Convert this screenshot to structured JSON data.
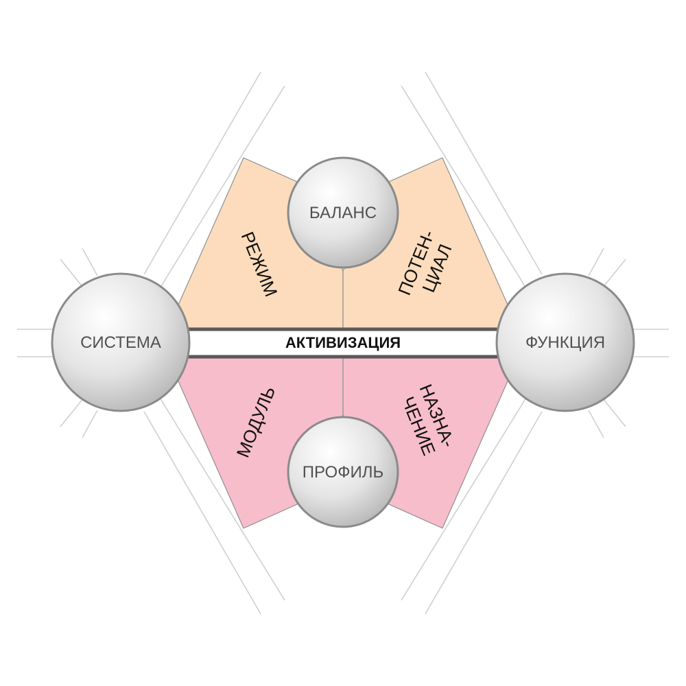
{
  "nodes": {
    "system": "СИСТЕМА",
    "function": "ФУНКЦИЯ",
    "balance": "БАЛАНС",
    "profile": "ПРОФИЛЬ"
  },
  "band": {
    "label": "АКТИВИЗАЦИЯ"
  },
  "sectors": {
    "regime": {
      "lines": [
        "РЕЖИМ"
      ]
    },
    "potential": {
      "lines": [
        "ПОТЕН-",
        "ЦИАЛ"
      ]
    },
    "module": {
      "lines": [
        "МОДУЛЬ"
      ]
    },
    "purpose": {
      "lines": [
        "НАЗНА-",
        "ЧЕНИЕ"
      ]
    }
  },
  "colors": {
    "upper_fill": "#fcdcbc",
    "lower_fill": "#f7bdcb",
    "band_edge": "#5a5a5a",
    "sphere_edge": "#8a8a8a",
    "guide_line": "#cfcfcf"
  }
}
